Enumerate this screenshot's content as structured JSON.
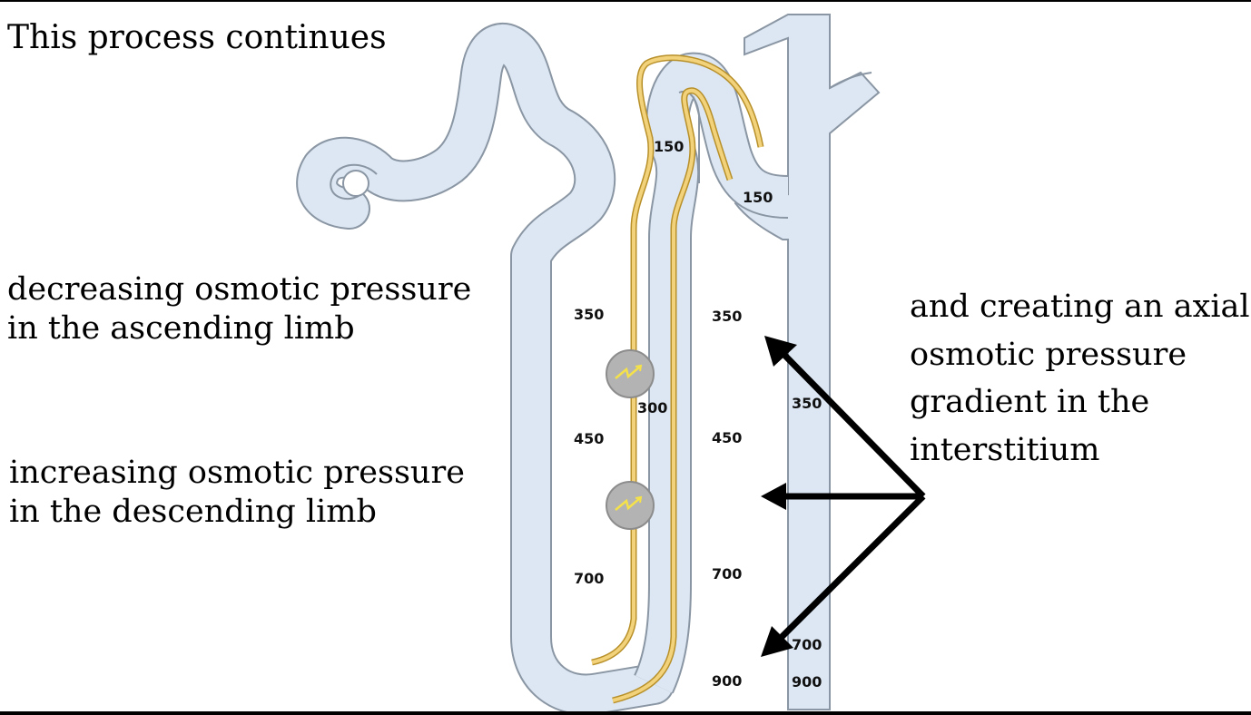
{
  "captions": {
    "title": "This process continues",
    "ascending": "decreasing osmotic pressure\nin the ascending limb",
    "descending": "increasing osmotic pressure\nin the descending limb",
    "axial": "and creating an axial\nosmotic pressure\ngradient in the\ninterstitium"
  },
  "osmolarity_labels": {
    "ascending_top": "150",
    "distal": "150",
    "pump_level": "300",
    "descending_350": "350",
    "descending_450": "450",
    "descending_700": "700",
    "interstitium_350": "350",
    "interstitium_450": "450",
    "interstitium_700": "700",
    "interstitium_900": "900",
    "collecting_duct_350": "350",
    "collecting_duct_700": "700",
    "collecting_duct_900": "900"
  },
  "icons": {
    "pump": "ion-pump-icon",
    "arrow": "arrow-icon"
  },
  "colors": {
    "tubule_fill": "#dce7f3",
    "tubule_outline": "#8a96a3",
    "ascending_wall": "#f2d27a",
    "ascending_wall_edge": "#b8902a",
    "pump": "#b3b3b3",
    "arrows": "#000000"
  }
}
